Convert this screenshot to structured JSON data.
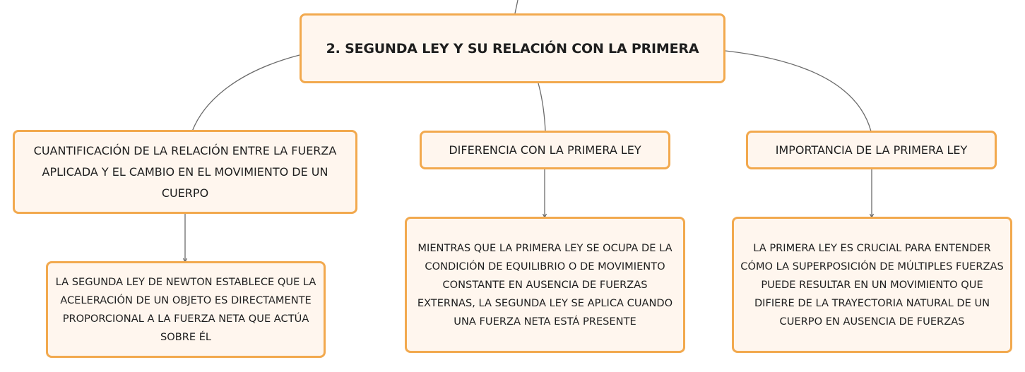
{
  "map": {
    "root": {
      "label": "2. SEGUNDA LEY Y SU RELACIÓN CON LA PRIMERA"
    },
    "topics": [
      {
        "label": "CUANTIFICACIÓN DE LA RELACIÓN ENTRE LA FUERZA APLICADA Y EL CAMBIO EN EL MOVIMIENTO DE UN CUERPO",
        "detail": "LA SEGUNDA LEY DE NEWTON ESTABLECE QUE LA ACELERACIÓN DE UN OBJETO ES DIRECTAMENTE PROPORCIONAL A LA FUERZA NETA QUE ACTÚA SOBRE ÉL"
      },
      {
        "label": "DIFERENCIA CON LA PRIMERA LEY",
        "detail": "MIENTRAS QUE LA PRIMERA LEY SE OCUPA DE LA CONDICIÓN DE EQUILIBRIO O DE MOVIMIENTO CONSTANTE EN AUSENCIA DE FUERZAS EXTERNAS, LA SEGUNDA LEY SE APLICA CUANDO UNA FUERZA NETA ESTÁ PRESENTE"
      },
      {
        "label": "IMPORTANCIA DE LA PRIMERA LEY",
        "detail": "LA PRIMERA LEY ES CRUCIAL PARA ENTENDER CÓMO LA SUPERPOSICIÓN DE MÚLTIPLES FUERZAS PUEDE RESULTAR EN UN MOVIMIENTO QUE DIFIERE DE LA TRAYECTORIA NATURAL DE UN CUERPO EN AUSENCIA DE FUERZAS"
      }
    ],
    "colors": {
      "node_fill": "#fff6ee",
      "node_border": "#f2a94e",
      "connector": "#6b6b6b",
      "text": "#1e1e1e"
    }
  }
}
